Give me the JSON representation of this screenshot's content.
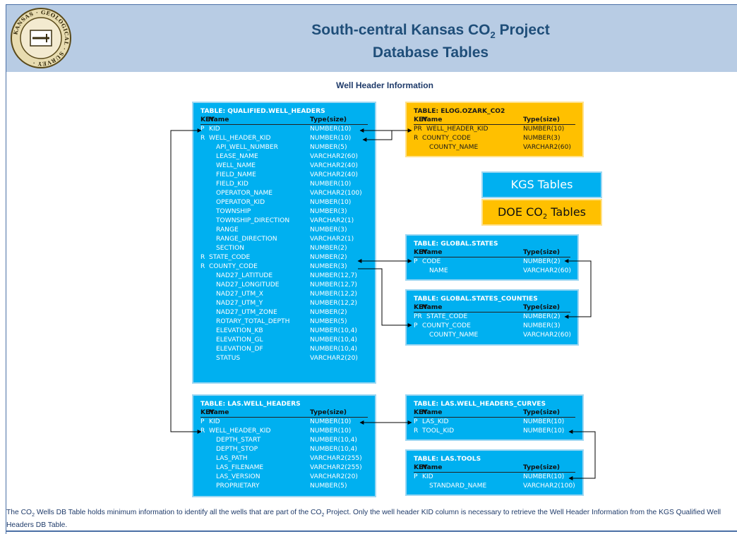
{
  "header": {
    "title_line1": "South-central Kansas CO",
    "title_sub": "2",
    "title_line1_end": " Project",
    "title_line2": "Database Tables",
    "seal_text": "KANSAS GEOLOGICAL SURVEY"
  },
  "caption": "Well Header Information",
  "legend": {
    "kgs": "KGS Tables",
    "doe_pre": "DOE CO",
    "doe_sub": "2",
    "doe_post": " Tables"
  },
  "columns": {
    "key": "KEY",
    "name": "Name",
    "type": "Type(size)"
  },
  "tables": {
    "qualified": {
      "name": "TABLE: QUALIFIED.WELL_HEADERS",
      "rows": [
        {
          "key": "P",
          "name": "KID",
          "type": "NUMBER(10)"
        },
        {
          "key": "R",
          "name": "WELL_HEADER_KID",
          "type": "NUMBER(10)"
        },
        {
          "key": "",
          "name": "API_WELL_NUMBER",
          "type": "NUMBER(5)"
        },
        {
          "key": "",
          "name": "LEASE_NAME",
          "type": "VARCHAR2(60)"
        },
        {
          "key": "",
          "name": "WELL_NAME",
          "type": "VARCHAR2(40)"
        },
        {
          "key": "",
          "name": "FIELD_NAME",
          "type": "VARCHAR2(40)"
        },
        {
          "key": "",
          "name": "FIELD_KID",
          "type": "NUMBER(10)"
        },
        {
          "key": "",
          "name": "OPERATOR_NAME",
          "type": "VARCHAR2(100)"
        },
        {
          "key": "",
          "name": "OPERATOR_KID",
          "type": "NUMBER(10)"
        },
        {
          "key": "",
          "name": "TOWNSHIP",
          "type": "NUMBER(3)"
        },
        {
          "key": "",
          "name": "TOWNSHIP_DIRECTION",
          "type": "VARCHAR2(1)"
        },
        {
          "key": "",
          "name": "RANGE",
          "type": "NUMBER(3)"
        },
        {
          "key": "",
          "name": "RANGE_DIRECTION",
          "type": "VARCHAR2(1)"
        },
        {
          "key": "",
          "name": "SECTION",
          "type": "NUMBER(2)"
        },
        {
          "key": "R",
          "name": "STATE_CODE",
          "type": "NUMBER(2)"
        },
        {
          "key": "R",
          "name": "COUNTY_CODE",
          "type": "NUMBER(3)"
        },
        {
          "key": "",
          "name": "NAD27_LATITUDE",
          "type": "NUMBER(12,7)"
        },
        {
          "key": "",
          "name": "NAD27_LONGITUDE",
          "type": "NUMBER(12,7)"
        },
        {
          "key": "",
          "name": "NAD27_UTM_X",
          "type": "NUMBER(12,2)"
        },
        {
          "key": "",
          "name": "NAD27_UTM_Y",
          "type": "NUMBER(12,2)"
        },
        {
          "key": "",
          "name": "NAD27_UTM_ZONE",
          "type": "NUMBER(2)"
        },
        {
          "key": "",
          "name": "ROTARY_TOTAL_DEPTH",
          "type": "NUMBER(5)"
        },
        {
          "key": "",
          "name": "ELEVATION_KB",
          "type": "NUMBER(10,4)"
        },
        {
          "key": "",
          "name": "ELEVATION_GL",
          "type": "NUMBER(10,4)"
        },
        {
          "key": "",
          "name": "ELEVATION_DF",
          "type": "NUMBER(10,4)"
        },
        {
          "key": "",
          "name": "STATUS",
          "type": "VARCHAR2(20)"
        }
      ]
    },
    "elog": {
      "name": "TABLE: ELOG.OZARK_CO2",
      "rows": [
        {
          "key": "PR",
          "name": "WELL_HEADER_KID",
          "type": "NUMBER(10)"
        },
        {
          "key": "R",
          "name": "COUNTY_CODE",
          "type": "NUMBER(3)"
        },
        {
          "key": "",
          "name": "COUNTY_NAME",
          "type": "VARCHAR2(60)"
        }
      ]
    },
    "states": {
      "name": "TABLE: GLOBAL.STATES",
      "rows": [
        {
          "key": "P",
          "name": "CODE",
          "type": "NUMBER(2)"
        },
        {
          "key": "",
          "name": "NAME",
          "type": "VARCHAR2(60)"
        }
      ]
    },
    "counties": {
      "name": "TABLE: GLOBAL.STATES_COUNTIES",
      "rows": [
        {
          "key": "PR",
          "name": "STATE_CODE",
          "type": "NUMBER(2)"
        },
        {
          "key": "P",
          "name": "COUNTY_CODE",
          "type": "NUMBER(3)"
        },
        {
          "key": "",
          "name": "COUNTY_NAME",
          "type": "VARCHAR2(60)"
        }
      ]
    },
    "las_headers": {
      "name": "TABLE: LAS.WELL_HEADERS",
      "rows": [
        {
          "key": "P",
          "name": "KID",
          "type": "NUMBER(10)"
        },
        {
          "key": "R",
          "name": "WELL_HEADER_KID",
          "type": "NUMBER(10)"
        },
        {
          "key": "",
          "name": "DEPTH_START",
          "type": "NUMBER(10,4)"
        },
        {
          "key": "",
          "name": "DEPTH_STOP",
          "type": "NUMBER(10,4)"
        },
        {
          "key": "",
          "name": "LAS_PATH",
          "type": "VARCHAR2(255)"
        },
        {
          "key": "",
          "name": "LAS_FILENAME",
          "type": "VARCHAR2(255)"
        },
        {
          "key": "",
          "name": "LAS_VERSION",
          "type": "VARCHAR2(20)"
        },
        {
          "key": "",
          "name": "PROPRIETARY",
          "type": "NUMBER(5)"
        }
      ]
    },
    "las_curves": {
      "name": "TABLE: LAS.WELL_HEADERS_CURVES",
      "rows": [
        {
          "key": "P",
          "name": "LAS_KID",
          "type": "NUMBER(10)"
        },
        {
          "key": "R",
          "name": "TOOL_KID",
          "type": "NUMBER(10)"
        }
      ]
    },
    "las_tools": {
      "name": "TABLE: LAS.TOOLS",
      "rows": [
        {
          "key": "P",
          "name": "KID",
          "type": "NUMBER(10)"
        },
        {
          "key": "",
          "name": "STANDARD_NAME",
          "type": "VARCHAR2(100)"
        }
      ]
    }
  },
  "footer": {
    "p1": "The CO",
    "sub1": "2",
    "p2": " Wells DB Table holds minimum information to identify all the wells that are part of the CO",
    "sub2": "2",
    "p3": " Project. Only the well header KID column is necessary to retrieve the Well Header Information from the KGS Qualified Well Headers DB Table."
  }
}
